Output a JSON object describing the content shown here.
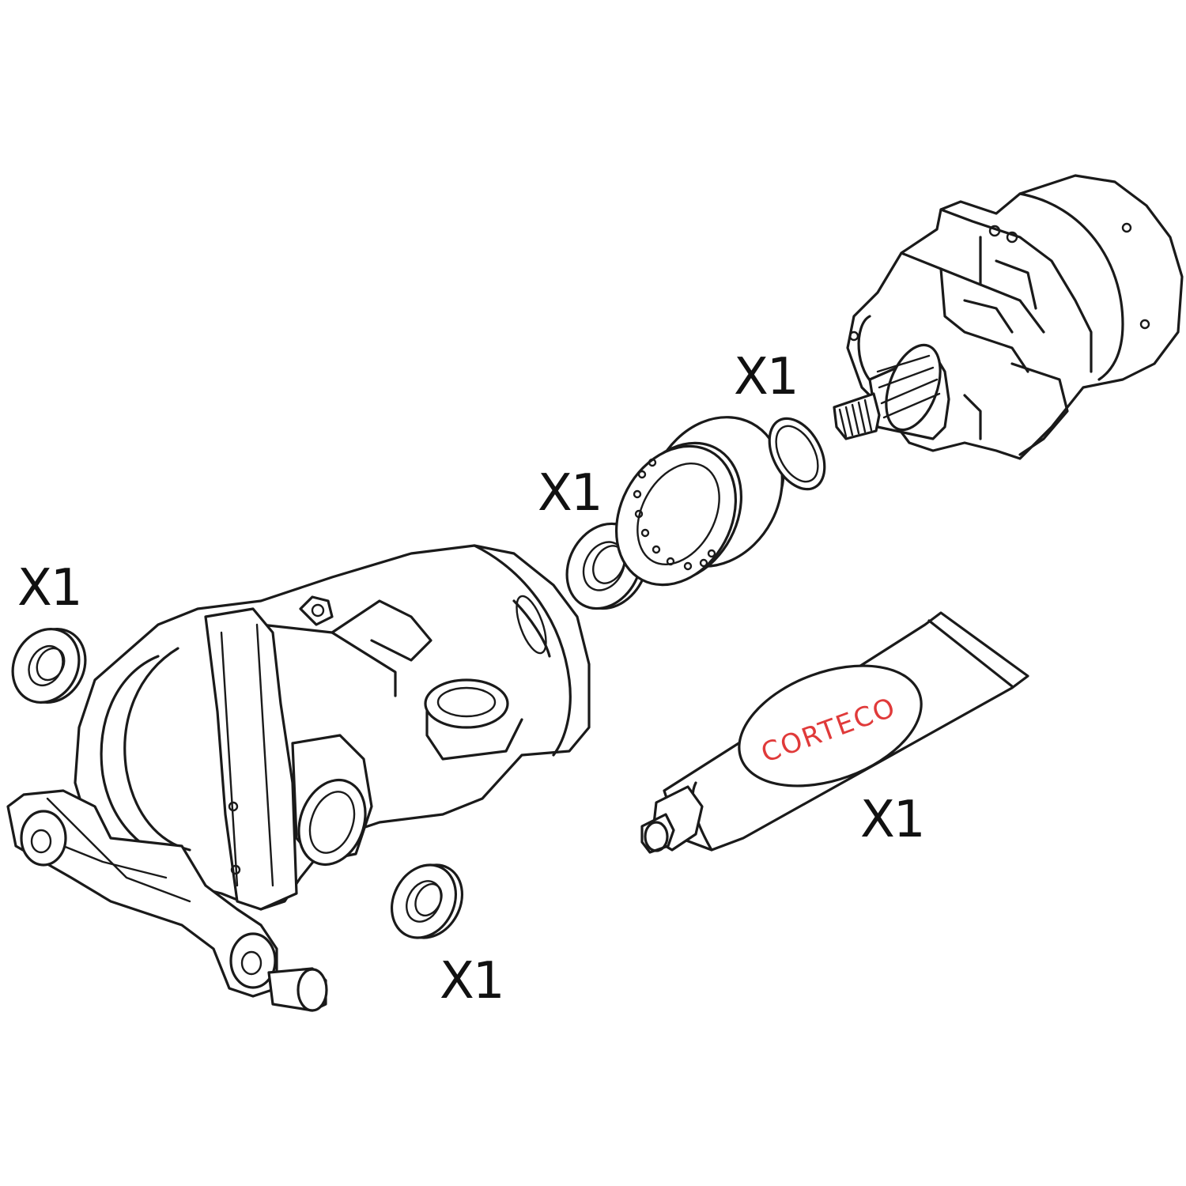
{
  "quantity_labels": {
    "left_seal": "X1",
    "bottom_seal": "X1",
    "middle_seal": "X1",
    "top_ring": "X1",
    "grease_tube": "X1"
  },
  "tube": {
    "brand_text": "CORTECO"
  },
  "colors": {
    "line": "#1a1a1a",
    "brand_red": "#e03a3a",
    "background": "#ffffff"
  }
}
